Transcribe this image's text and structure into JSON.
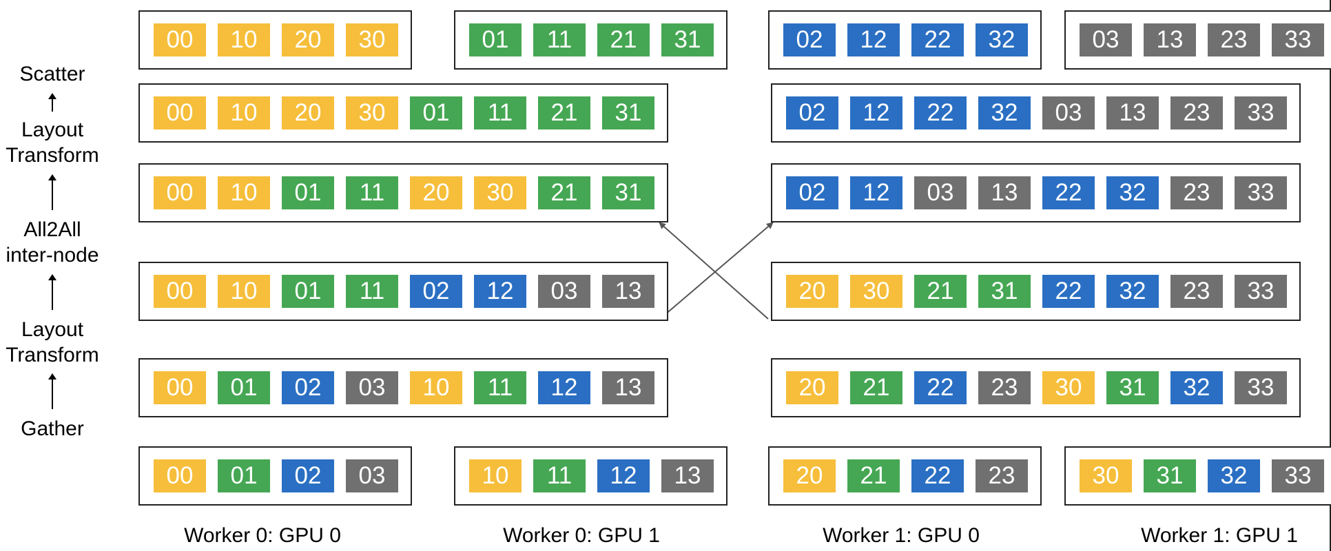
{
  "colors": {
    "0": "#F6BE3A",
    "1": "#45A753",
    "2": "#2A6FC3",
    "3": "#707070",
    "border": "#222222",
    "arrow": "#555555"
  },
  "steps": {
    "scatter": "Scatter",
    "layout_transform_top": "Layout\nTransform",
    "all2all": "All2All\ninter-node",
    "layout_transform_bottom": "Layout\nTransform",
    "gather": "Gather"
  },
  "workers": {
    "w0_gpu0": "Worker 0: GPU 0",
    "w0_gpu1": "Worker 0: GPU 1",
    "w1_gpu0": "Worker 1: GPU 0",
    "w1_gpu1": "Worker 1: GPU 1"
  },
  "rows": [
    [
      [
        "00",
        "10",
        "20",
        "30"
      ],
      [
        "01",
        "11",
        "21",
        "31"
      ],
      [
        "02",
        "12",
        "22",
        "32"
      ],
      [
        "03",
        "13",
        "23",
        "33"
      ]
    ],
    [
      [
        "00",
        "10",
        "20",
        "30",
        "01",
        "11",
        "21",
        "31"
      ],
      [
        "02",
        "12",
        "22",
        "32",
        "03",
        "13",
        "23",
        "33"
      ]
    ],
    [
      [
        "00",
        "10",
        "01",
        "11",
        "20",
        "30",
        "21",
        "31"
      ],
      [
        "02",
        "12",
        "03",
        "13",
        "22",
        "32",
        "23",
        "33"
      ]
    ],
    [
      [
        "00",
        "10",
        "01",
        "11",
        "02",
        "12",
        "03",
        "13"
      ],
      [
        "20",
        "30",
        "21",
        "31",
        "22",
        "32",
        "23",
        "33"
      ]
    ],
    [
      [
        "00",
        "01",
        "02",
        "03",
        "10",
        "11",
        "12",
        "13"
      ],
      [
        "20",
        "21",
        "22",
        "23",
        "30",
        "31",
        "32",
        "33"
      ]
    ],
    [
      [
        "00",
        "01",
        "02",
        "03"
      ],
      [
        "10",
        "11",
        "12",
        "13"
      ],
      [
        "20",
        "21",
        "22",
        "23"
      ],
      [
        "30",
        "31",
        "32",
        "33"
      ]
    ]
  ]
}
